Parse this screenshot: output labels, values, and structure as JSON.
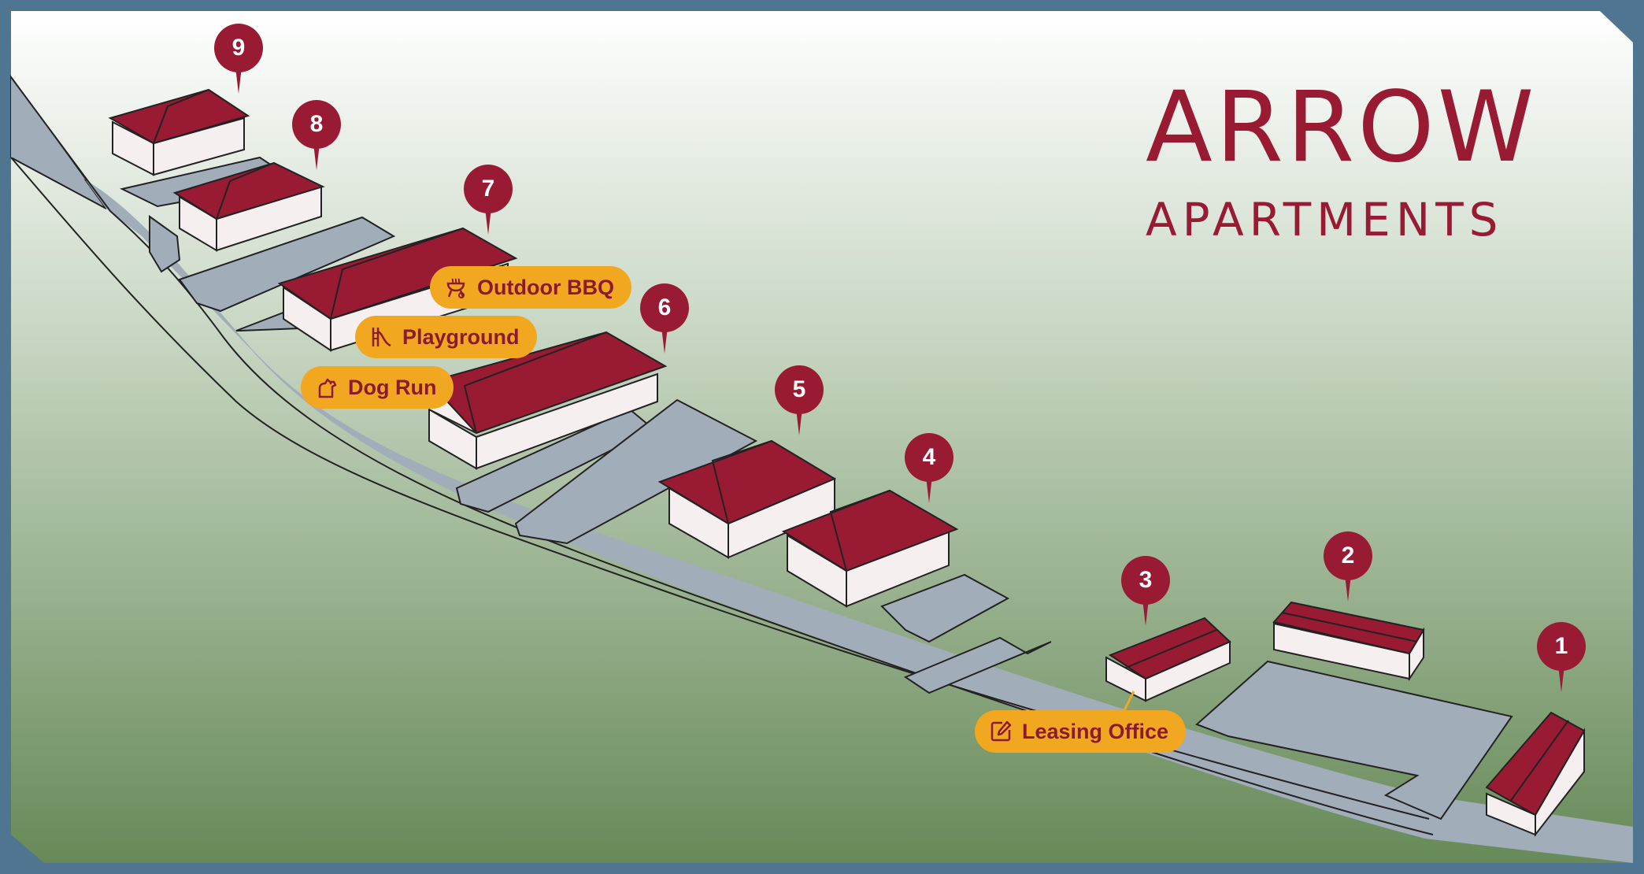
{
  "map": {
    "brand": {
      "title": "ARROW",
      "subtitle": "APARTMENTS",
      "color": "#981b33"
    },
    "colors": {
      "frame": "#4f7590",
      "road": "#a2adba",
      "roof": "#981b33",
      "wall": "#f5efef",
      "amenity_fill": "#f2a720",
      "amenity_text": "#8a1a2e",
      "sky_top": "#ffffff",
      "grass_bottom": "#678a58"
    },
    "buildings": [
      {
        "number": "9"
      },
      {
        "number": "8"
      },
      {
        "number": "7"
      },
      {
        "number": "6"
      },
      {
        "number": "5"
      },
      {
        "number": "4"
      },
      {
        "number": "3"
      },
      {
        "number": "2"
      },
      {
        "number": "1"
      }
    ],
    "amenities": [
      {
        "label": "Outdoor BBQ",
        "icon": "grill-icon"
      },
      {
        "label": "Playground",
        "icon": "slide-icon"
      },
      {
        "label": "Dog Run",
        "icon": "dog-icon"
      },
      {
        "label": "Leasing Office",
        "icon": "edit-icon"
      }
    ]
  }
}
